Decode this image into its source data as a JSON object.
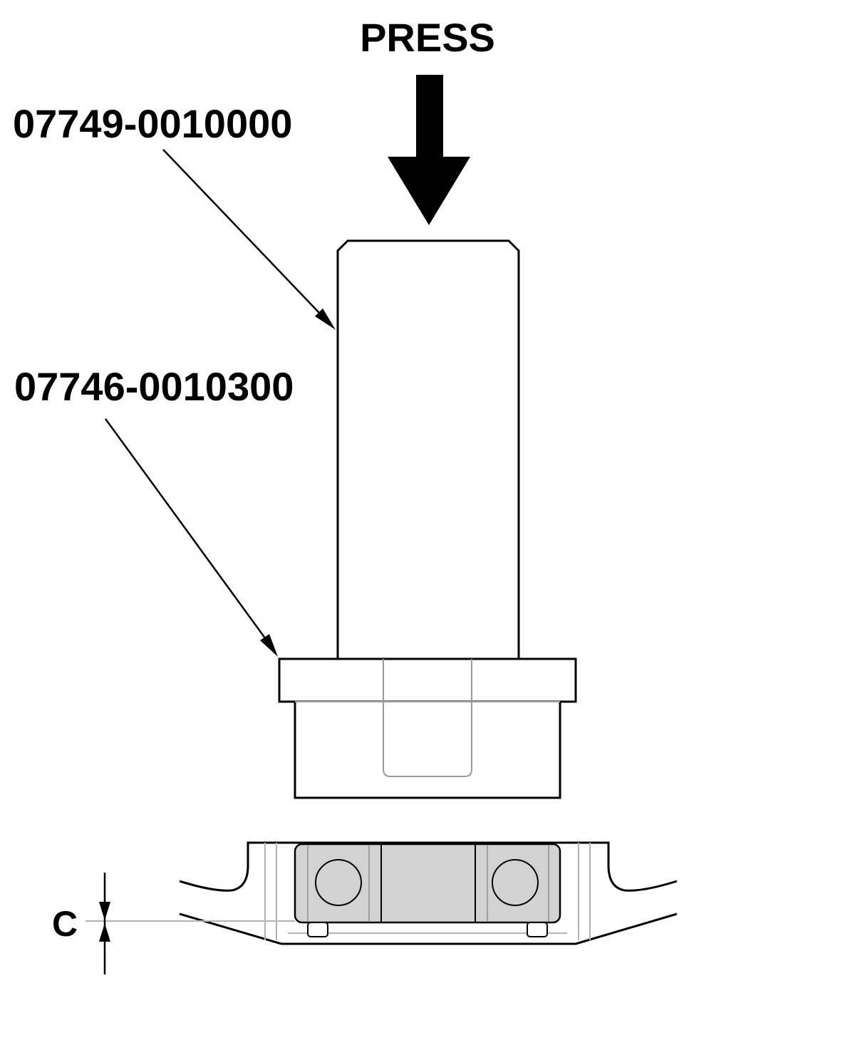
{
  "labels": {
    "press": "PRESS",
    "driver_part": "07749-0010000",
    "attachment_part": "07746-0010300",
    "clearance": "C"
  },
  "colors": {
    "stroke": "#000000",
    "bearing_fill": "#d2d2d2",
    "thin_line": "#b4b4b4",
    "background": "#ffffff"
  }
}
